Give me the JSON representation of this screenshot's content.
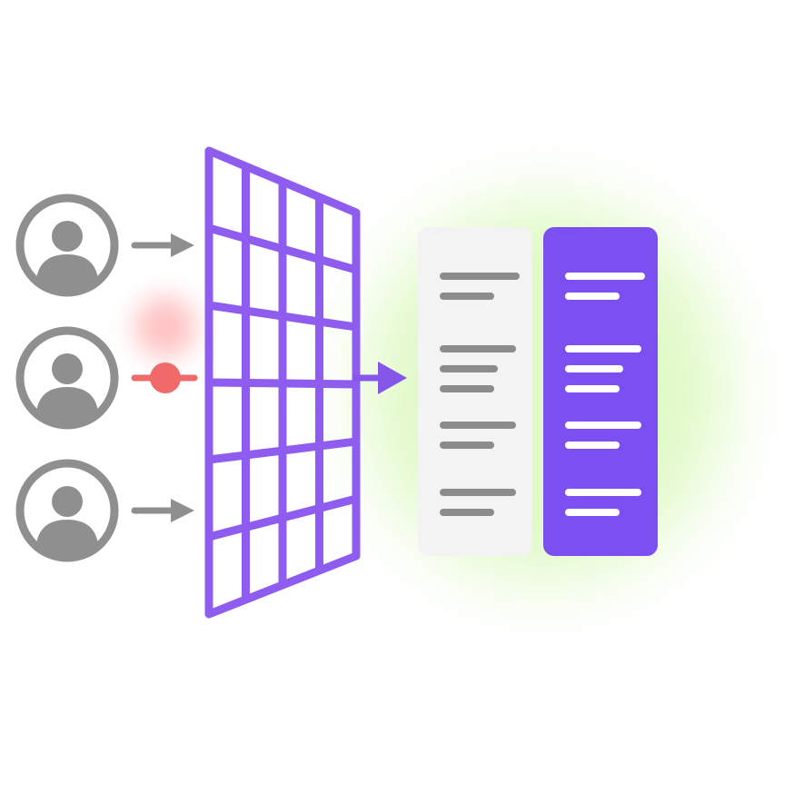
{
  "colors": {
    "background": "#ffffff",
    "user_icon": "#8f8f8f",
    "blocked_signal": "#f06a6a",
    "blocked_glow": "#ff9c9c",
    "filter_grid": "#8f5cf0",
    "output_arrow": "#8557e8",
    "card_light": "#f3f3f3",
    "card_light_lines": "#8c8c8c",
    "card_purple": "#7c4ff0",
    "card_purple_lines": "#ffffff",
    "output_glow": "#c8f59a"
  },
  "users": [
    {
      "icon": "user-avatar-icon",
      "signal": "passed"
    },
    {
      "icon": "user-avatar-icon",
      "signal": "blocked"
    },
    {
      "icon": "user-avatar-icon",
      "signal": "passed"
    }
  ],
  "filter": {
    "icon": "filter-grid-icon",
    "columns": 4,
    "rows": 6
  },
  "outputs": [
    {
      "icon": "document-lines-icon",
      "style": "light",
      "groups": 4
    },
    {
      "icon": "document-lines-icon",
      "style": "purple",
      "groups": 4
    }
  ]
}
